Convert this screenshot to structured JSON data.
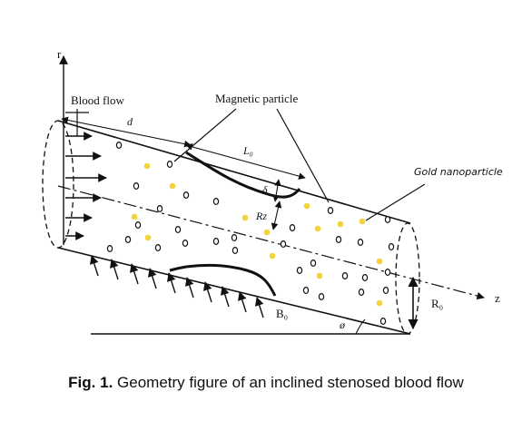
{
  "diagram": {
    "labels": {
      "r_axis": "r",
      "z_axis": "z",
      "blood_flow": "Blood flow",
      "magnetic_particle": "Magnetic particle",
      "gold_nanoparticle": "Gold nanoparticle",
      "d": "d",
      "L0": "L₀",
      "delta": "δ",
      "Rz": "Rz",
      "R0": "R₀",
      "B0": "B₀",
      "phi": "ø"
    },
    "colors": {
      "gold_particle": "#f2d33b",
      "magnetic_particle_fill": "#ffffff",
      "stroke": "#111111"
    }
  },
  "caption": {
    "label": "Fig. 1.",
    "text": "Geometry figure of an inclined stenosed blood flow"
  }
}
